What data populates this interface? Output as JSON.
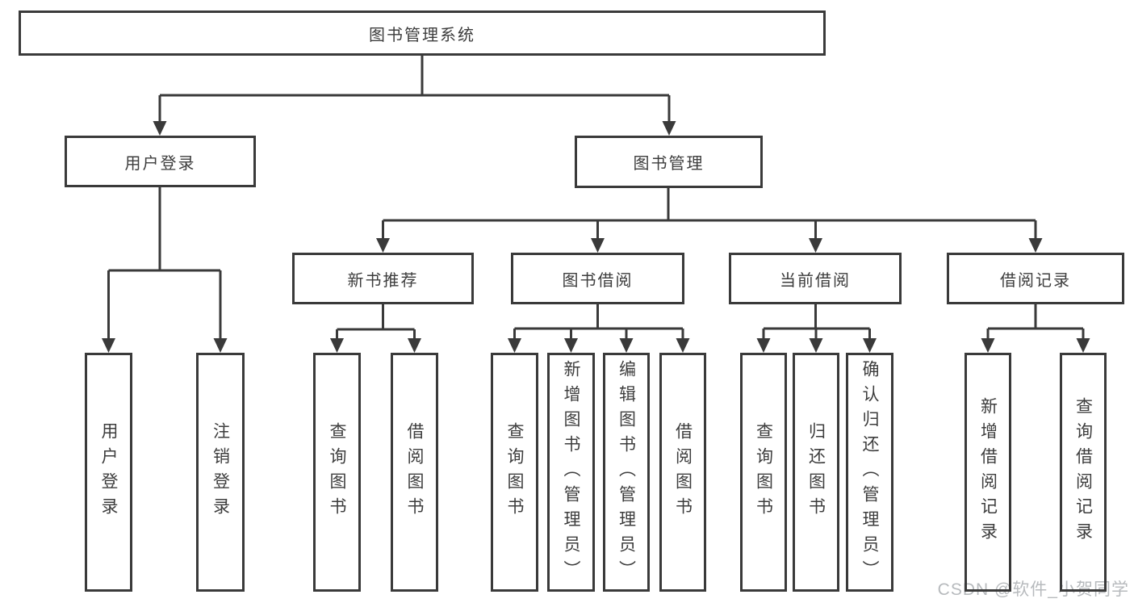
{
  "diagram": {
    "root": {
      "label": "图书管理系统"
    },
    "branches": [
      {
        "label": "用户登录",
        "children": [
          {
            "label": "用户登录"
          },
          {
            "label": "注销登录"
          }
        ]
      },
      {
        "label": "图书管理",
        "groups": [
          {
            "label": "新书推荐",
            "children": [
              {
                "label": "查询图书"
              },
              {
                "label": "借阅图书"
              }
            ]
          },
          {
            "label": "图书借阅",
            "children": [
              {
                "label": "查询图书"
              },
              {
                "label": "新增图书（管理员）"
              },
              {
                "label": "编辑图书（管理员）"
              },
              {
                "label": "借阅图书"
              }
            ]
          },
          {
            "label": "当前借阅",
            "children": [
              {
                "label": "查询图书"
              },
              {
                "label": "归还图书"
              },
              {
                "label": "确认归还（管理员）"
              }
            ]
          },
          {
            "label": "借阅记录",
            "children": [
              {
                "label": "新增借阅记录"
              },
              {
                "label": "查询借阅记录"
              }
            ]
          }
        ]
      }
    ],
    "watermark": "CSDN @软件_小贺同学",
    "colors": {
      "line": "#3a3a3a",
      "text": "#3d3d3d",
      "watermark": "#b7babd",
      "background": "#ffffff"
    }
  }
}
